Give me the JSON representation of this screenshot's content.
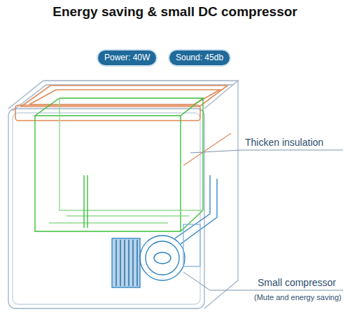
{
  "diagram": {
    "title": "Energy saving & small DC compressor",
    "nodes": [
      {
        "text": [
          "Power: 40W"
        ]
      },
      {
        "text": [
          "Sound: 45db"
        ]
      }
    ],
    "labels": [
      "Thicken insulation",
      "Small compressor",
      "(Mute and energy saving)"
    ]
  }
}
